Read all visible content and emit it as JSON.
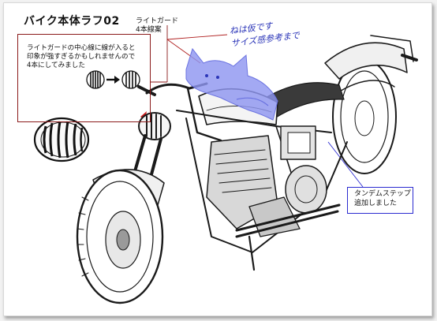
{
  "title": "バイク本体ラフ02",
  "light_guard": {
    "label": "ライトガード",
    "plan": "4本線案"
  },
  "note": {
    "line1": "ライトガードの中心線に線が入ると",
    "line2": "印象が強すぎるかもしれませんので",
    "line3": "4本にしてみました"
  },
  "handwritten": {
    "line1": "ねは仮です",
    "line2": "サイズ感参考まで"
  },
  "tandem_step": {
    "line1": "タンデムステップ",
    "line2": "追加しました"
  },
  "colors": {
    "note_border": "#8b1a1a",
    "cat_fill": "#8f96f0",
    "handwriting": "#2b35b8",
    "tandem_border": "#2b2bd0"
  },
  "icons": [
    "grille-4-bar",
    "grille-5-bar",
    "arrow-right",
    "cat-silhouette",
    "motorcycle-sketch"
  ]
}
